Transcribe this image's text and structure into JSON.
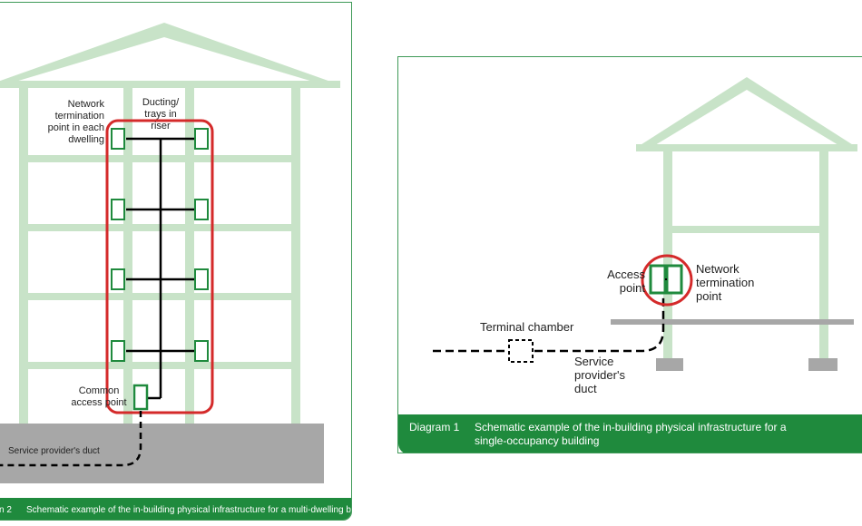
{
  "diagram2": {
    "labels": {
      "network_termination": "Network\ntermination\npoint in each\ndwelling",
      "ducting": "Ducting/\ntrays in\nriser",
      "common_access": "Common\naccess point",
      "service_duct": "Service provider's duct"
    },
    "caption": {
      "number": "n 2",
      "text": "Schematic example of the in-building physical infrastructure for a multi-dwelling building"
    }
  },
  "diagram1": {
    "labels": {
      "access_point": "Access\npoint",
      "network_termination": "Network\ntermination\npoint",
      "terminal_chamber": "Terminal chamber",
      "service_duct": "Service\nprovider's\nduct"
    },
    "caption": {
      "number": "Diagram 1",
      "text": "Schematic example of the in-building physical infrastructure for a single-occupancy building"
    }
  },
  "colors": {
    "structure": "#c8e3c8",
    "dark_green": "#1f8a3d",
    "highlight_red": "#d42a2a",
    "ground": "#a7a7a7"
  }
}
